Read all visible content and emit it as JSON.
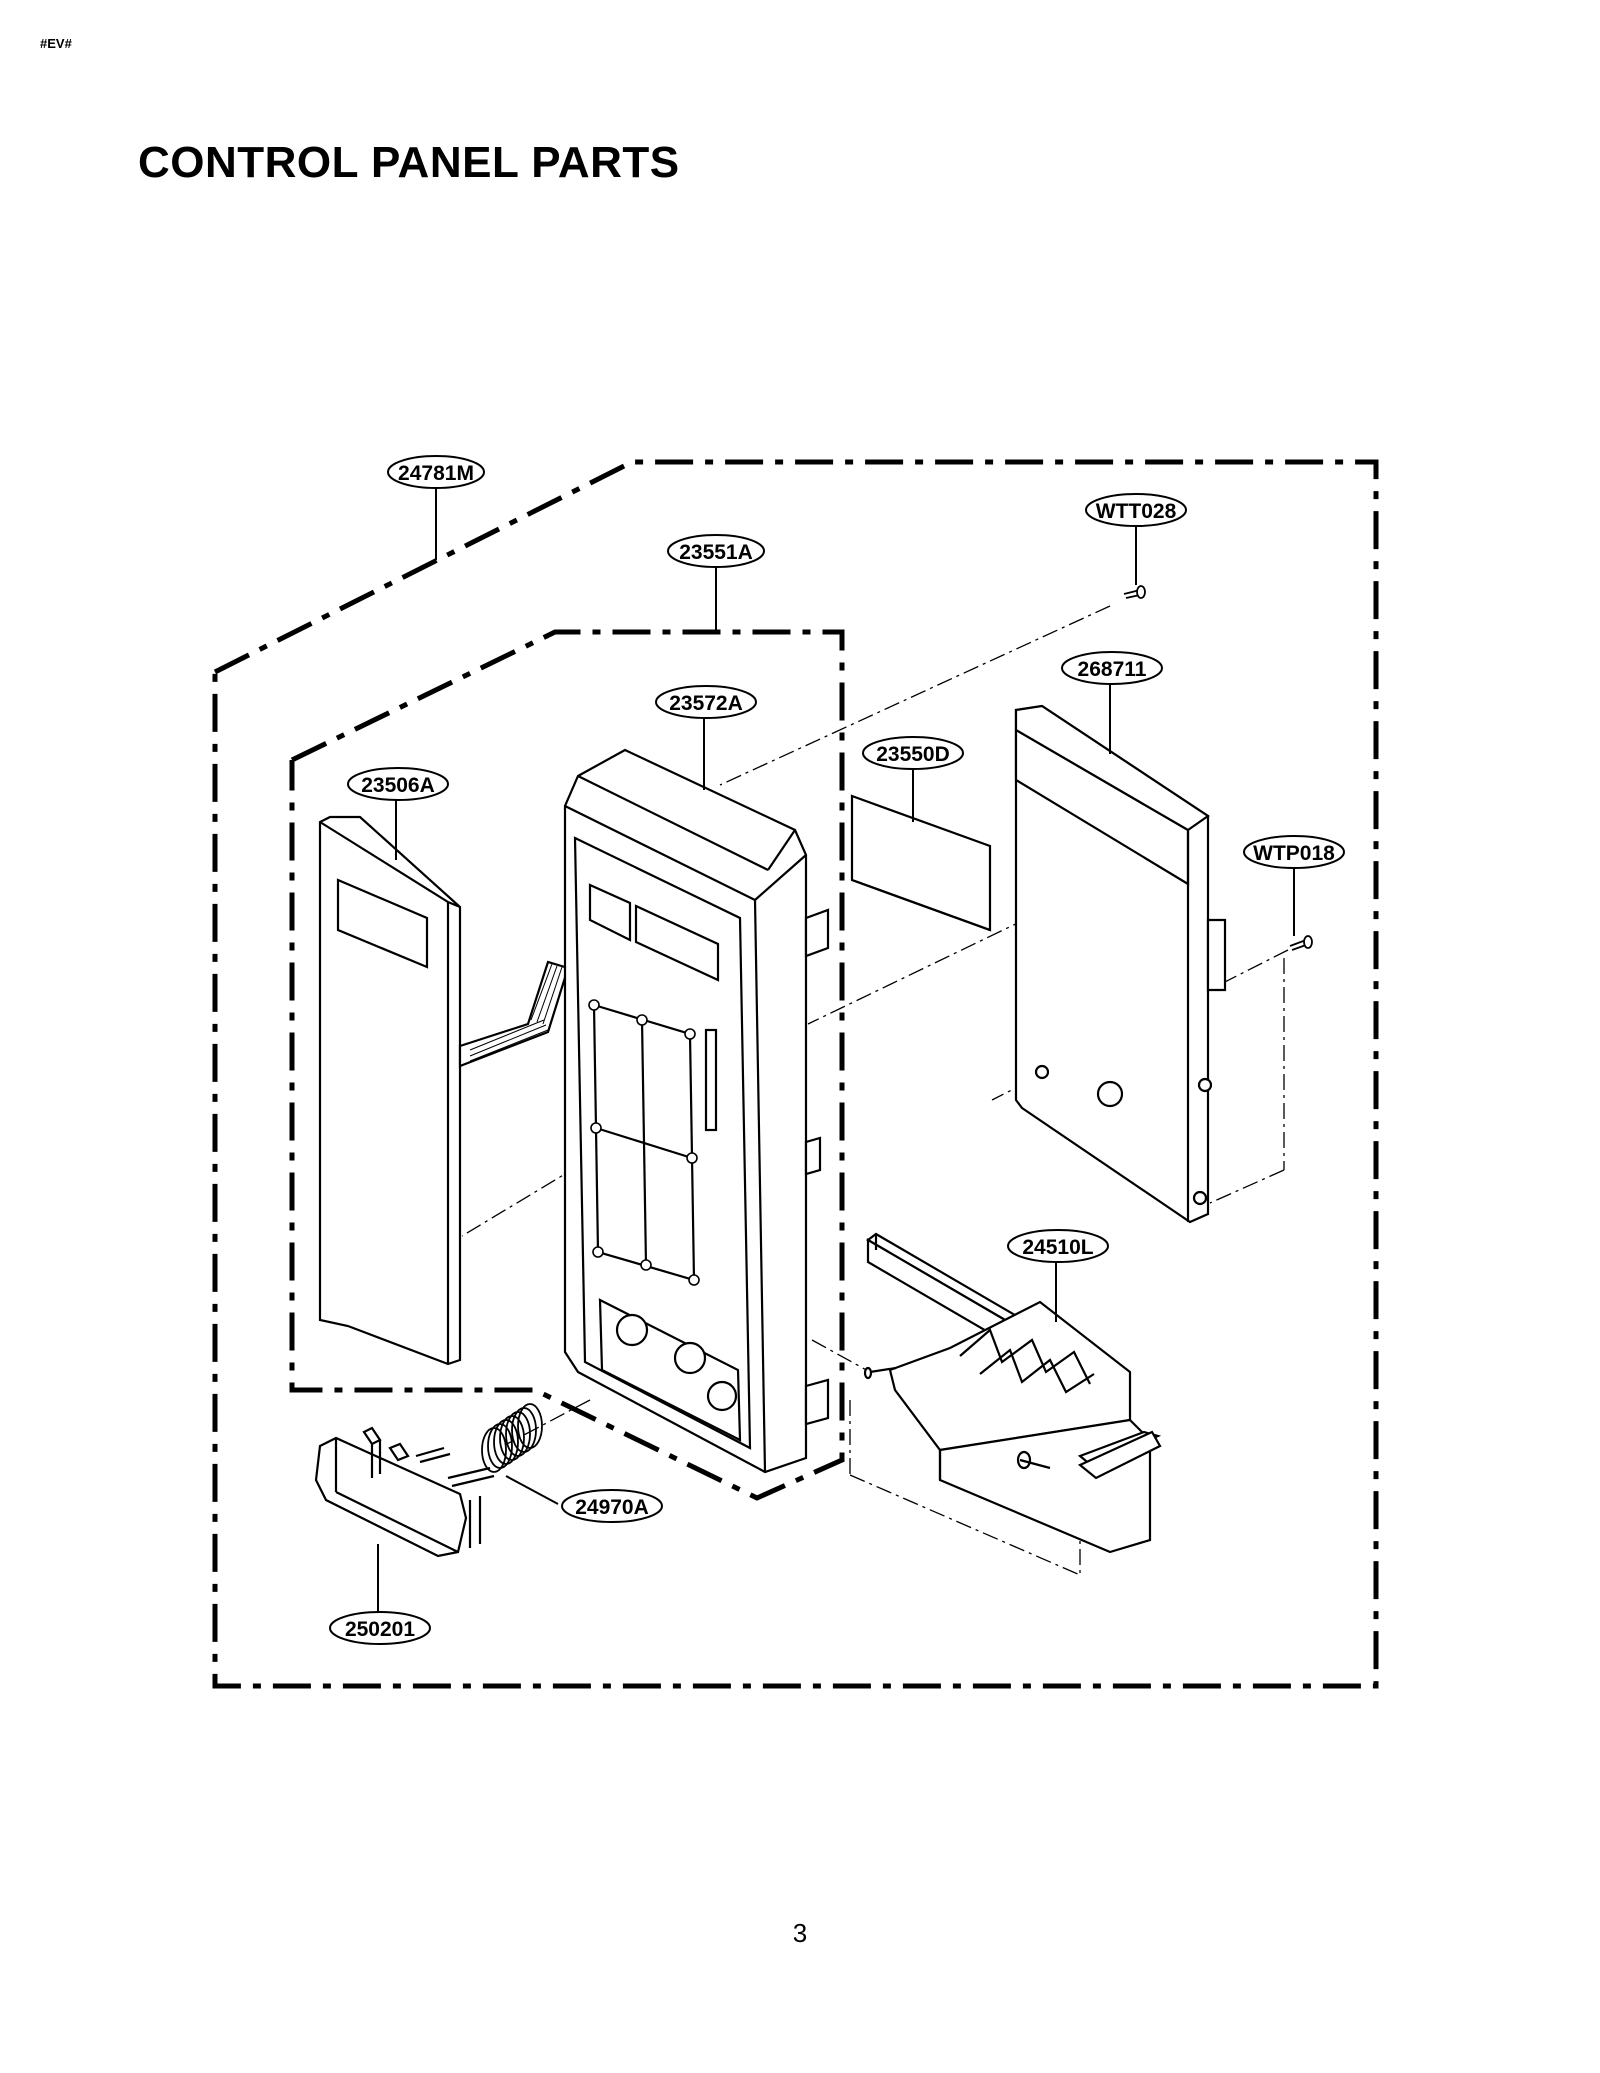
{
  "header": {
    "doc_code": "#EV#"
  },
  "title": "CONTROL PANEL PARTS",
  "page_number": "3",
  "callouts": {
    "c24781M": "24781M",
    "c23551A": "23551A",
    "cWTT028": "WTT028",
    "c268711": "268711",
    "c23572A": "23572A",
    "c23550D": "23550D",
    "c23506A": "23506A",
    "cWTP018": "WTP018",
    "c24510L": "24510L",
    "c24970A": "24970A",
    "c250201": "250201"
  }
}
